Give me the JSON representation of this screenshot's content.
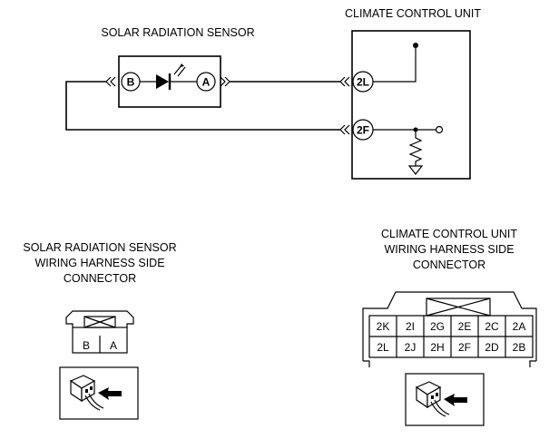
{
  "labels": {
    "sensor_title": "SOLAR RADIATION SENSOR",
    "ccu_title": "CLIMATE CONTROL UNIT",
    "sensor_conn_line1": "SOLAR RADIATION SENSOR",
    "sensor_conn_line2": "WIRING HARNESS SIDE",
    "sensor_conn_line3": "CONNECTOR",
    "ccu_conn_line1": "CLIMATE CONTROL UNIT",
    "ccu_conn_line2": "WIRING HARNESS SIDE",
    "ccu_conn_line3": "CONNECTOR"
  },
  "sensor_pins": {
    "left": "B",
    "right": "A"
  },
  "ccu_pins": {
    "top": "2L",
    "bottom": "2F"
  },
  "sensor_connector_cells": [
    "B",
    "A"
  ],
  "ccu_connector_rows": [
    [
      "2K",
      "2I",
      "2G",
      "2E",
      "2C",
      "2A"
    ],
    [
      "2L",
      "2J",
      "2H",
      "2F",
      "2D",
      "2B"
    ]
  ]
}
